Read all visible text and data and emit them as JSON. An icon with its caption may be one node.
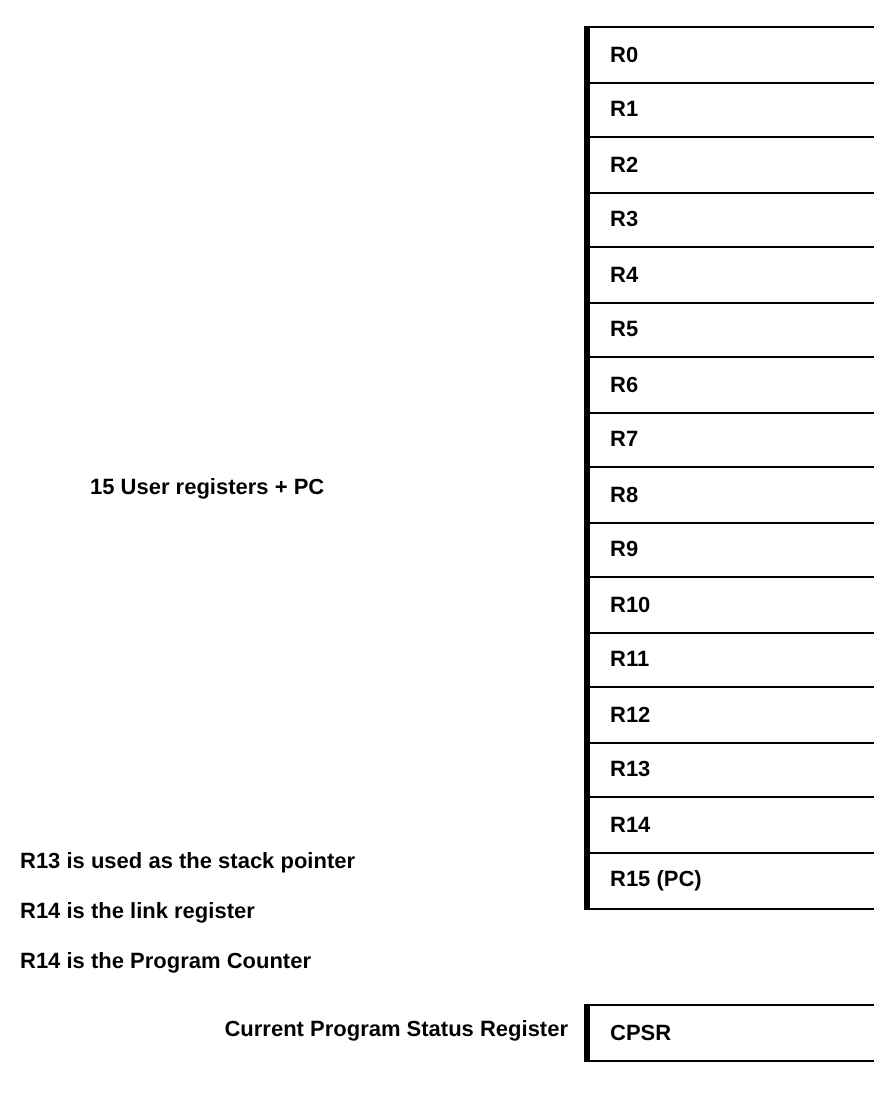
{
  "diagram": {
    "nodes": [
      {
        "text": [
          "R0"
        ]
      },
      {
        "text": [
          "R1"
        ]
      },
      {
        "text": [
          "R2"
        ]
      },
      {
        "text": [
          "R3"
        ]
      },
      {
        "text": [
          "R4"
        ]
      },
      {
        "text": [
          "R5"
        ]
      },
      {
        "text": [
          "R6"
        ]
      },
      {
        "text": [
          "R7"
        ]
      },
      {
        "text": [
          "R8"
        ]
      },
      {
        "text": [
          "R9"
        ]
      },
      {
        "text": [
          "R10"
        ]
      },
      {
        "text": [
          "R11"
        ]
      },
      {
        "text": [
          "R12"
        ]
      },
      {
        "text": [
          "R13"
        ]
      },
      {
        "text": [
          "R14"
        ]
      },
      {
        "text": [
          "R15 (PC)"
        ]
      },
      {
        "text": [
          "CPSR"
        ],
        "beside": [
          "Current Program Status Register"
        ]
      }
    ],
    "edges": [],
    "labels": [
      "15 User registers + PC",
      "R13 is used as the stack pointer",
      "R14 is the link register",
      "R14 is the Program Counter"
    ]
  }
}
